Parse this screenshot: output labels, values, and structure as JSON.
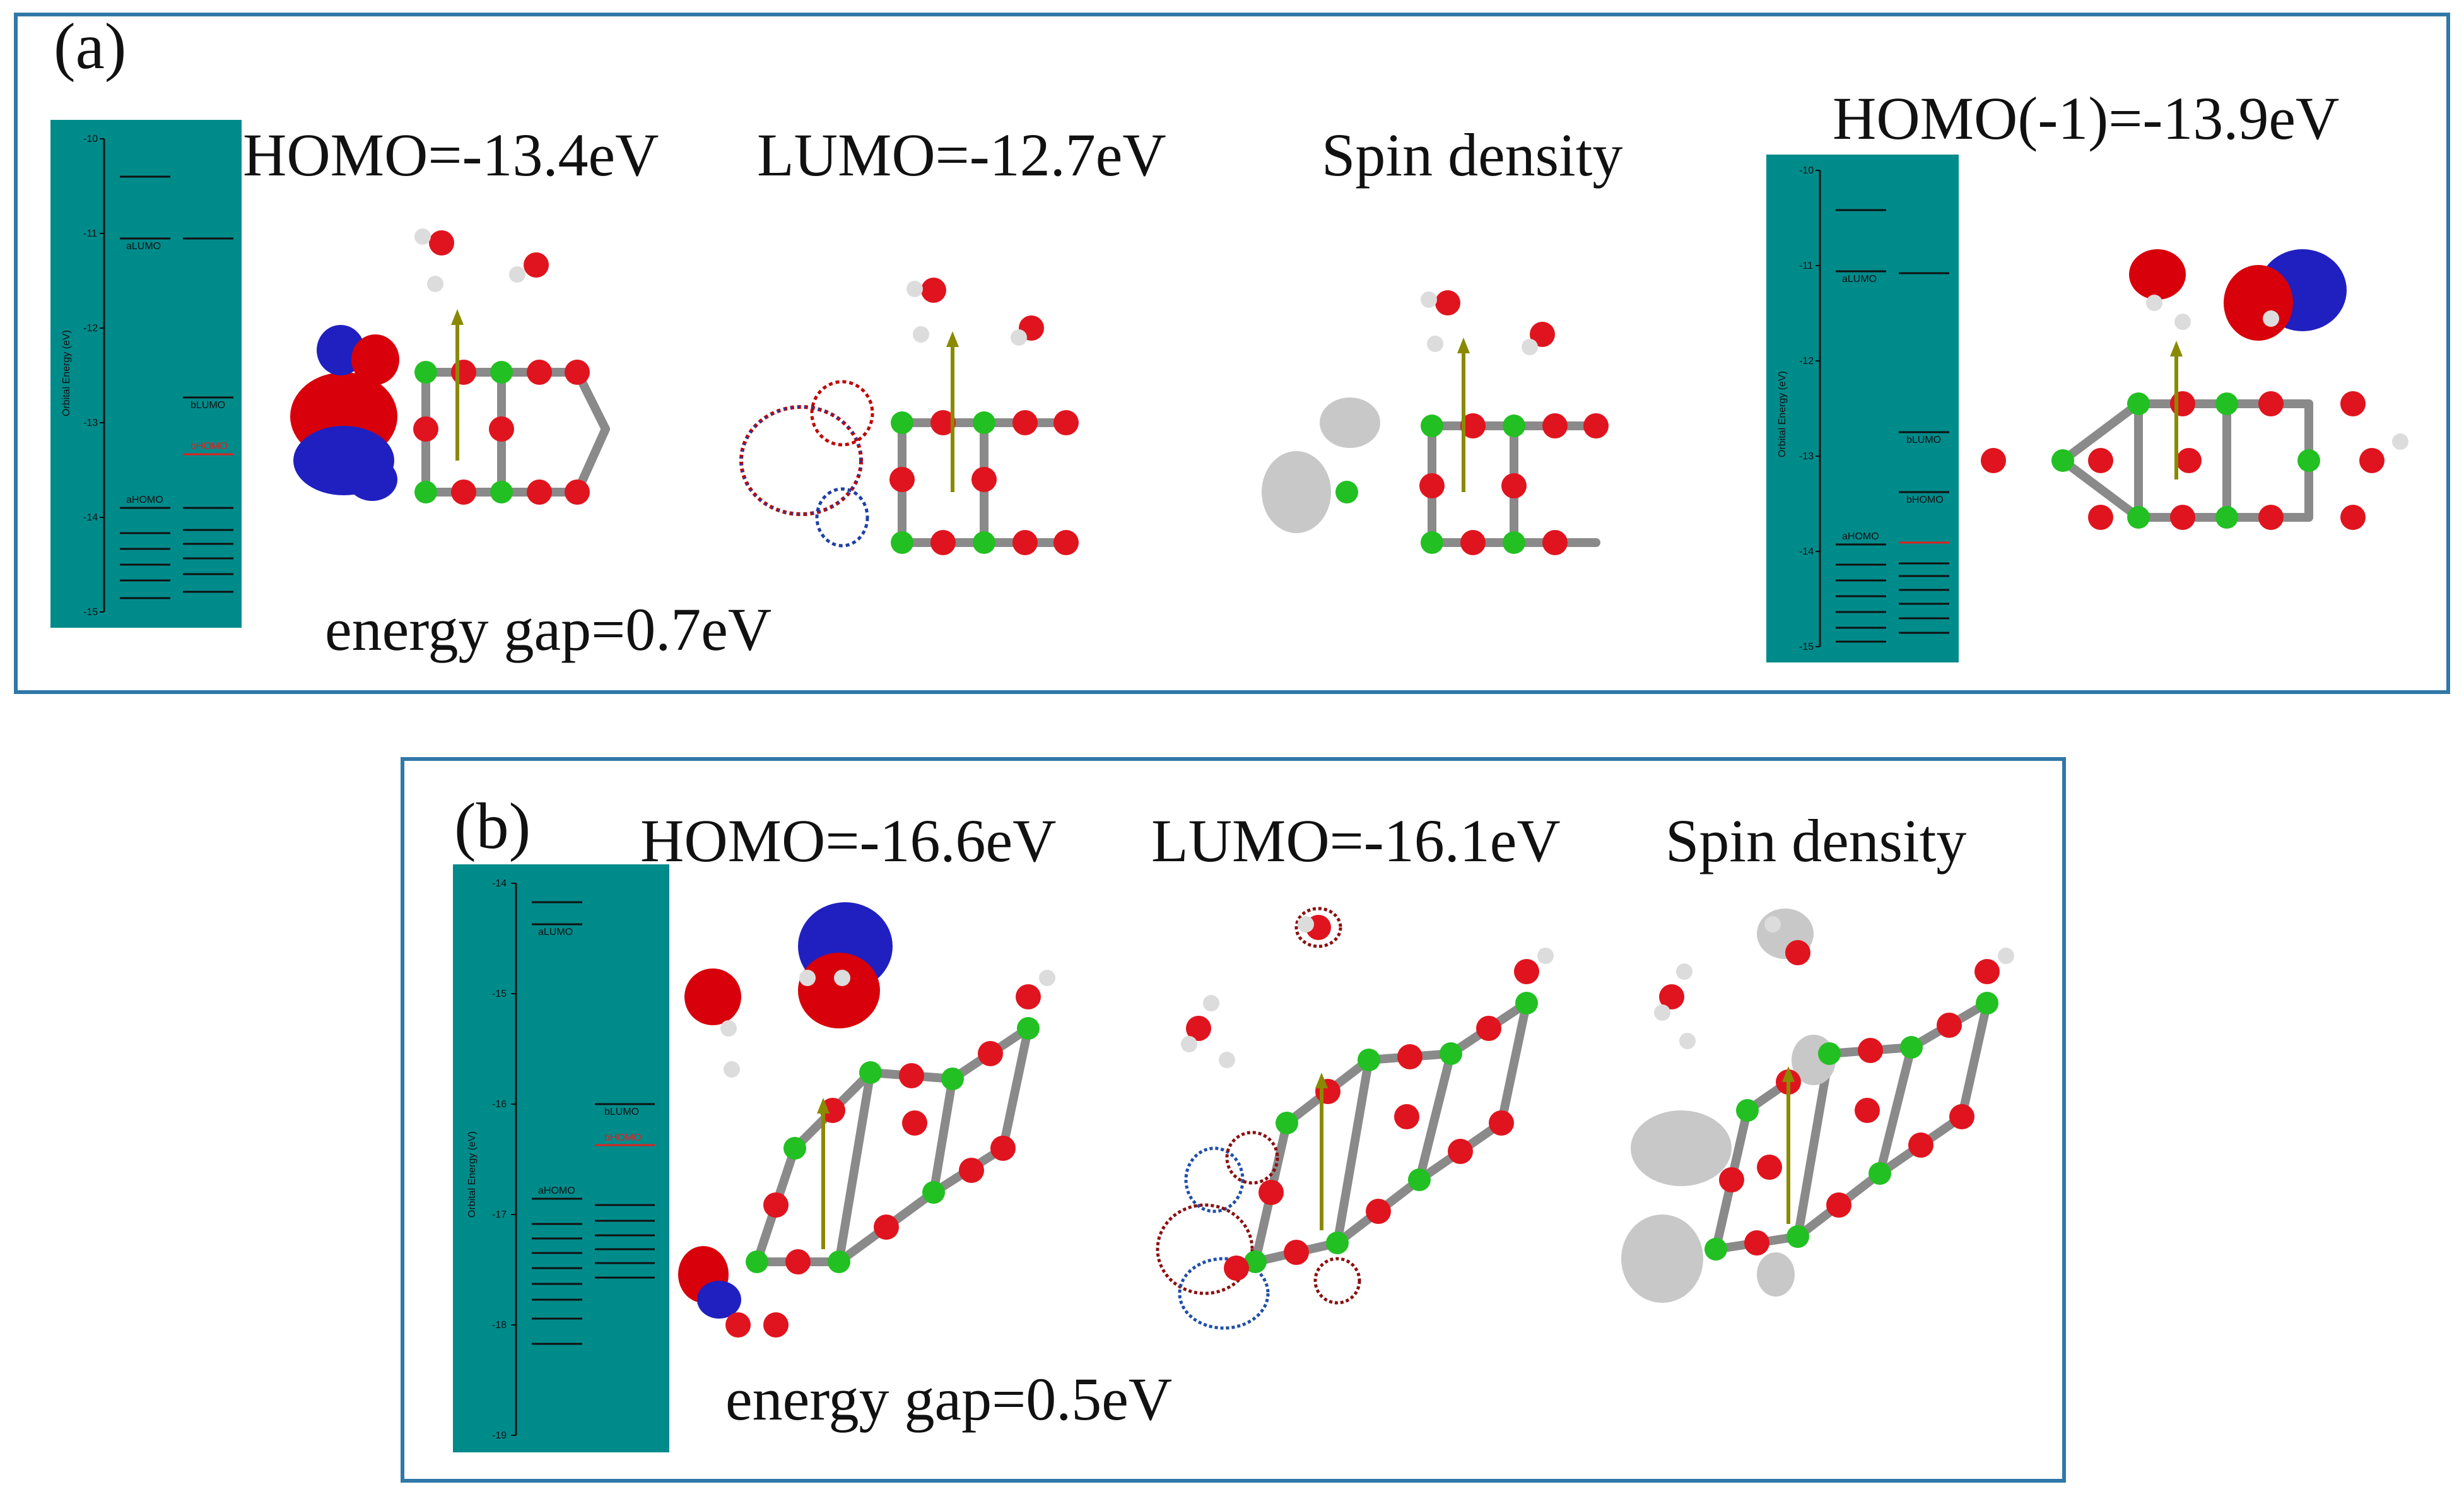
{
  "panel_a": {
    "letter": "(a)",
    "energy_gap": "energy gap=0.7eV",
    "homo_title": "HOMO=-13.4eV",
    "lumo_title": "LUMO=-12.7eV",
    "spin_title": "Spin density",
    "homo_minus1_title": "HOMO(-1)=-13.9eV",
    "diagram1": {
      "ylabel": "Orbital Energy (eV)",
      "ticks": [
        "-10",
        "-11",
        "-12",
        "-13",
        "-14",
        "-15"
      ],
      "labels": [
        "aLUMO",
        "aHOMO",
        "bLUMO",
        "bHOMO"
      ]
    },
    "diagram2": {
      "ylabel": "Orbital Energy (eV)",
      "ticks": [
        "-10",
        "-11",
        "-12",
        "-13",
        "-14",
        "-15"
      ],
      "labels": [
        "aLUMO",
        "aHOMO",
        "bLUMO",
        "bHOMO"
      ]
    }
  },
  "panel_b": {
    "letter": "(b)",
    "energy_gap": "energy gap=0.5eV",
    "homo_title": "HOMO=-16.6eV",
    "lumo_title": "LUMO=-16.1eV",
    "spin_title": "Spin density",
    "diagram": {
      "ylabel": "Orbital Energy (eV)",
      "ticks": [
        "-14",
        "-15",
        "-16",
        "-17",
        "-18",
        "-19"
      ],
      "labels": [
        "aLUMO",
        "aHOMO",
        "bLUMO",
        "bHOMO"
      ]
    }
  },
  "colors": {
    "frame": "#2f78a8",
    "diagram_bg": "#008b8b",
    "oxygen": "#e0141e",
    "phosphorus": "#22c022",
    "hydrogen": "#d8d8d8",
    "orbital_red": "#d8000a",
    "orbital_blue": "#2020c0",
    "spin": "#c8c8c8"
  }
}
